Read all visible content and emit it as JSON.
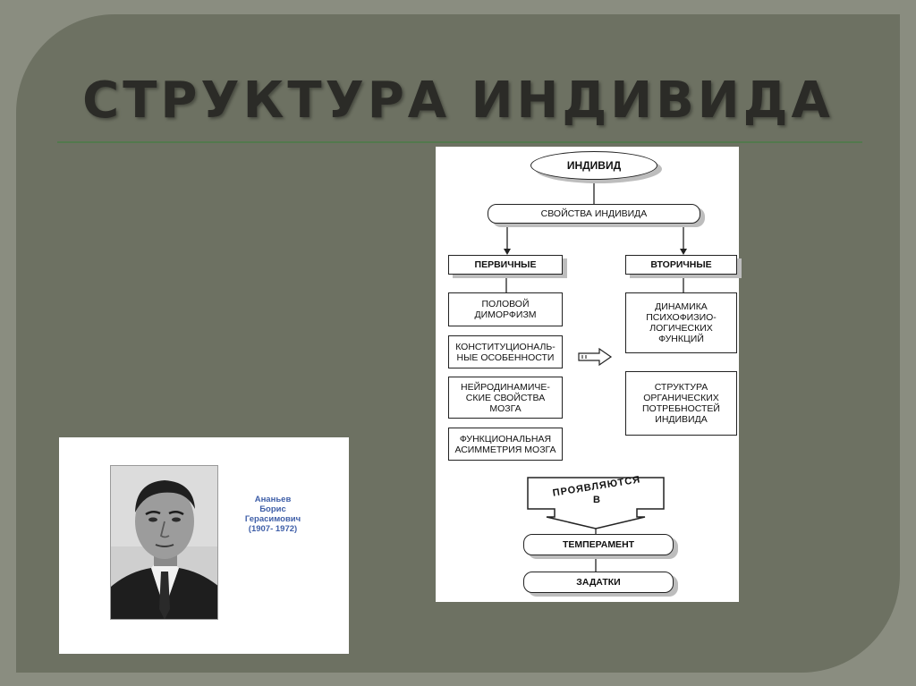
{
  "slide": {
    "title": "СТРУКТУРА ИНДИВИДА"
  },
  "diagram": {
    "root": "ИНДИВИД",
    "properties": "СВОЙСТВА ИНДИВИДА",
    "primary": {
      "label": "ПЕРВИЧНЫЕ",
      "items": [
        [
          "ПОЛОВОЙ",
          "ДИМОРФИЗМ"
        ],
        [
          "КОНСТИТУЦИОНАЛЬ-",
          "НЫЕ ОСОБЕННОСТИ"
        ],
        [
          "НЕЙРОДИНАМИЧЕ-",
          "СКИЕ СВОЙСТВА",
          "МОЗГА"
        ],
        [
          "ФУНКЦИОНАЛЬНАЯ",
          "АСИММЕТРИЯ МОЗГА"
        ]
      ]
    },
    "secondary": {
      "label": "ВТОРИЧНЫЕ",
      "items": [
        [
          "ДИНАМИКА",
          "ПСИХОФИЗИО-",
          "ЛОГИЧЕСКИХ",
          "ФУНКЦИЙ"
        ],
        [
          "СТРУКТУРА",
          "ОРГАНИЧЕСКИХ",
          "ПОТРЕБНОСТЕЙ",
          "ИНДИВИДА"
        ]
      ]
    },
    "manifest": "ПРОЯВЛЯЮТСЯ",
    "manifest_in": "В",
    "temperament": "ТЕМПЕРАМЕНТ",
    "inclinations": "ЗАДАТКИ"
  },
  "person": {
    "name_line1": "Ананьев",
    "name_line2": "Борис",
    "name_line3": "Герасимович",
    "years": "(1907- 1972)"
  },
  "colors": {
    "slide_bg": "#6d7162",
    "outer_bg": "#8a8d80",
    "accent_line": "#53794d",
    "caption": "#3f5fa8"
  }
}
